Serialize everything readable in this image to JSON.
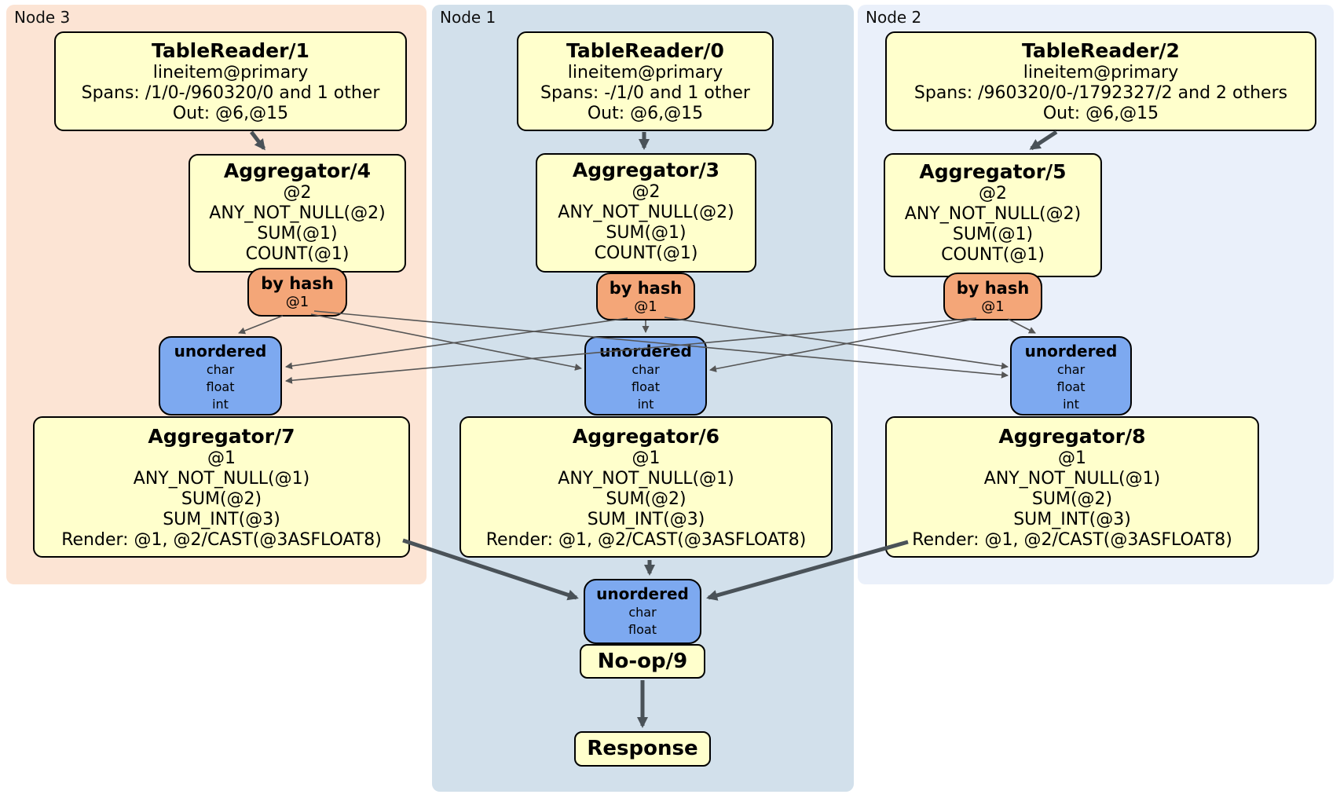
{
  "diagram": {
    "node3": {
      "label": "Node 3",
      "table_reader": {
        "title": "TableReader/1",
        "lines": [
          "lineitem@primary",
          "Spans: /1/0-/960320/0 and 1 other",
          "Out: @6,@15"
        ]
      },
      "aggregator_top": {
        "title": "Aggregator/4",
        "lines": [
          "@2",
          "ANY_NOT_NULL(@2)",
          "SUM(@1)",
          "COUNT(@1)"
        ]
      },
      "router": {
        "title": "by hash",
        "detail": "@1"
      },
      "sync": {
        "title": "unordered",
        "lines": [
          "char",
          "float",
          "int"
        ]
      },
      "aggregator_bottom": {
        "title": "Aggregator/7",
        "lines": [
          "@1",
          "ANY_NOT_NULL(@1)",
          "SUM(@2)",
          "SUM_INT(@3)",
          "Render: @1, @2/CAST(@3ASFLOAT8)"
        ]
      }
    },
    "node1": {
      "label": "Node 1",
      "table_reader": {
        "title": "TableReader/0",
        "lines": [
          "lineitem@primary",
          "Spans: -/1/0 and 1 other",
          "Out: @6,@15"
        ]
      },
      "aggregator_top": {
        "title": "Aggregator/3",
        "lines": [
          "@2",
          "ANY_NOT_NULL(@2)",
          "SUM(@1)",
          "COUNT(@1)"
        ]
      },
      "router": {
        "title": "by hash",
        "detail": "@1"
      },
      "sync": {
        "title": "unordered",
        "lines": [
          "char",
          "float",
          "int"
        ]
      },
      "aggregator_bottom": {
        "title": "Aggregator/6",
        "lines": [
          "@1",
          "ANY_NOT_NULL(@1)",
          "SUM(@2)",
          "SUM_INT(@3)",
          "Render: @1, @2/CAST(@3ASFLOAT8)"
        ]
      }
    },
    "node2": {
      "label": "Node 2",
      "table_reader": {
        "title": "TableReader/2",
        "lines": [
          "lineitem@primary",
          "Spans: /960320/0-/1792327/2 and 2 others",
          "Out: @6,@15"
        ]
      },
      "aggregator_top": {
        "title": "Aggregator/5",
        "lines": [
          "@2",
          "ANY_NOT_NULL(@2)",
          "SUM(@1)",
          "COUNT(@1)"
        ]
      },
      "router": {
        "title": "by hash",
        "detail": "@1"
      },
      "sync": {
        "title": "unordered",
        "lines": [
          "char",
          "float",
          "int"
        ]
      },
      "aggregator_bottom": {
        "title": "Aggregator/8",
        "lines": [
          "@1",
          "ANY_NOT_NULL(@1)",
          "SUM(@2)",
          "SUM_INT(@3)",
          "Render: @1, @2/CAST(@3ASFLOAT8)"
        ]
      }
    },
    "final": {
      "sync": {
        "title": "unordered",
        "lines": [
          "char",
          "float"
        ]
      },
      "noop": {
        "title": "No-op/9"
      },
      "response": {
        "title": "Response"
      }
    },
    "colors": {
      "node3_bg": "#FCE4D4",
      "node1_bg": "#D2E0EB",
      "node2_bg": "#EAF0FA",
      "box_yellow": "#FFFFCC",
      "router_orange": "#F4A678",
      "sync_blue": "#7DA9F0",
      "edge_dark": "#4A5258",
      "edge_thin": "#555555",
      "ink": "#000000"
    }
  }
}
